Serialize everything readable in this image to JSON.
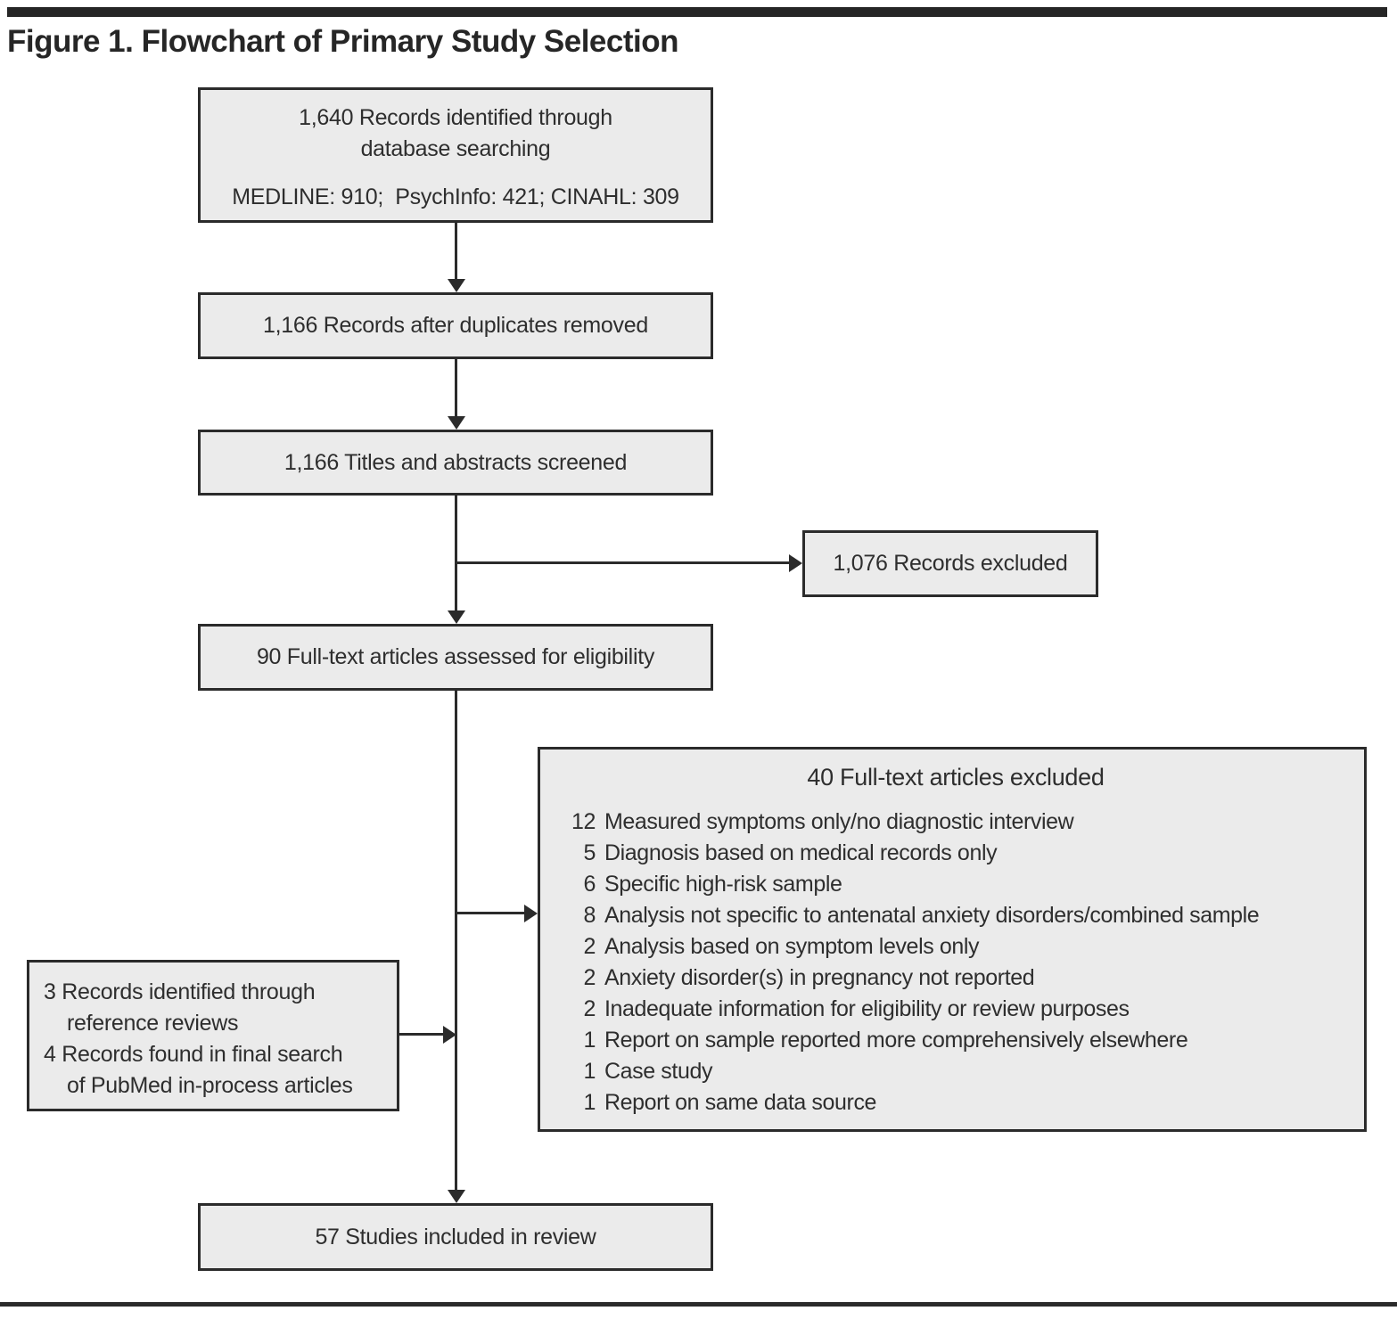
{
  "figure": {
    "title": "Figure 1. Flowchart of Primary Study Selection"
  },
  "boxes": {
    "records_identified": {
      "line1": "1,640 Records identified through",
      "line2": "database searching",
      "line3": "MEDLINE: 910;  PsychInfo: 421; CINAHL: 309"
    },
    "duplicates_removed": "1,166 Records after duplicates removed",
    "titles_screened": "1,166 Titles and abstracts screened",
    "records_excluded": "1,076 Records excluded",
    "fulltext_assessed": "90 Full-text articles assessed for eligibility",
    "fulltext_excluded": {
      "title": "40 Full-text articles excluded",
      "items": [
        {
          "n": "12",
          "text": "Measured symptoms only/no diagnostic interview"
        },
        {
          "n": "5",
          "text": "Diagnosis based on medical records only"
        },
        {
          "n": "6",
          "text": "Specific high-risk sample"
        },
        {
          "n": "8",
          "text": "Analysis not specific to antenatal anxiety disorders/combined sample"
        },
        {
          "n": "2",
          "text": "Analysis based on symptom levels only"
        },
        {
          "n": "2",
          "text": "Anxiety disorder(s) in pregnancy not reported"
        },
        {
          "n": "2",
          "text": "Inadequate information for eligibility or review purposes"
        },
        {
          "n": "1",
          "text": "Report on sample reported more comprehensively elsewhere"
        },
        {
          "n": "1",
          "text": "Case study"
        },
        {
          "n": "1",
          "text": "Report on same data source"
        }
      ]
    },
    "additional_records": {
      "lines": [
        "3 Records identified through",
        "reference reviews",
        "4 Records found in final search",
        "of PubMed in-process articles"
      ]
    },
    "studies_included": "57 Studies included in review"
  },
  "colors": {
    "box_fill": "#ebebeb",
    "box_border": "#2b2b2b",
    "line": "#2b2b2b",
    "text": "#2e2e2e",
    "rule": "#262626"
  }
}
